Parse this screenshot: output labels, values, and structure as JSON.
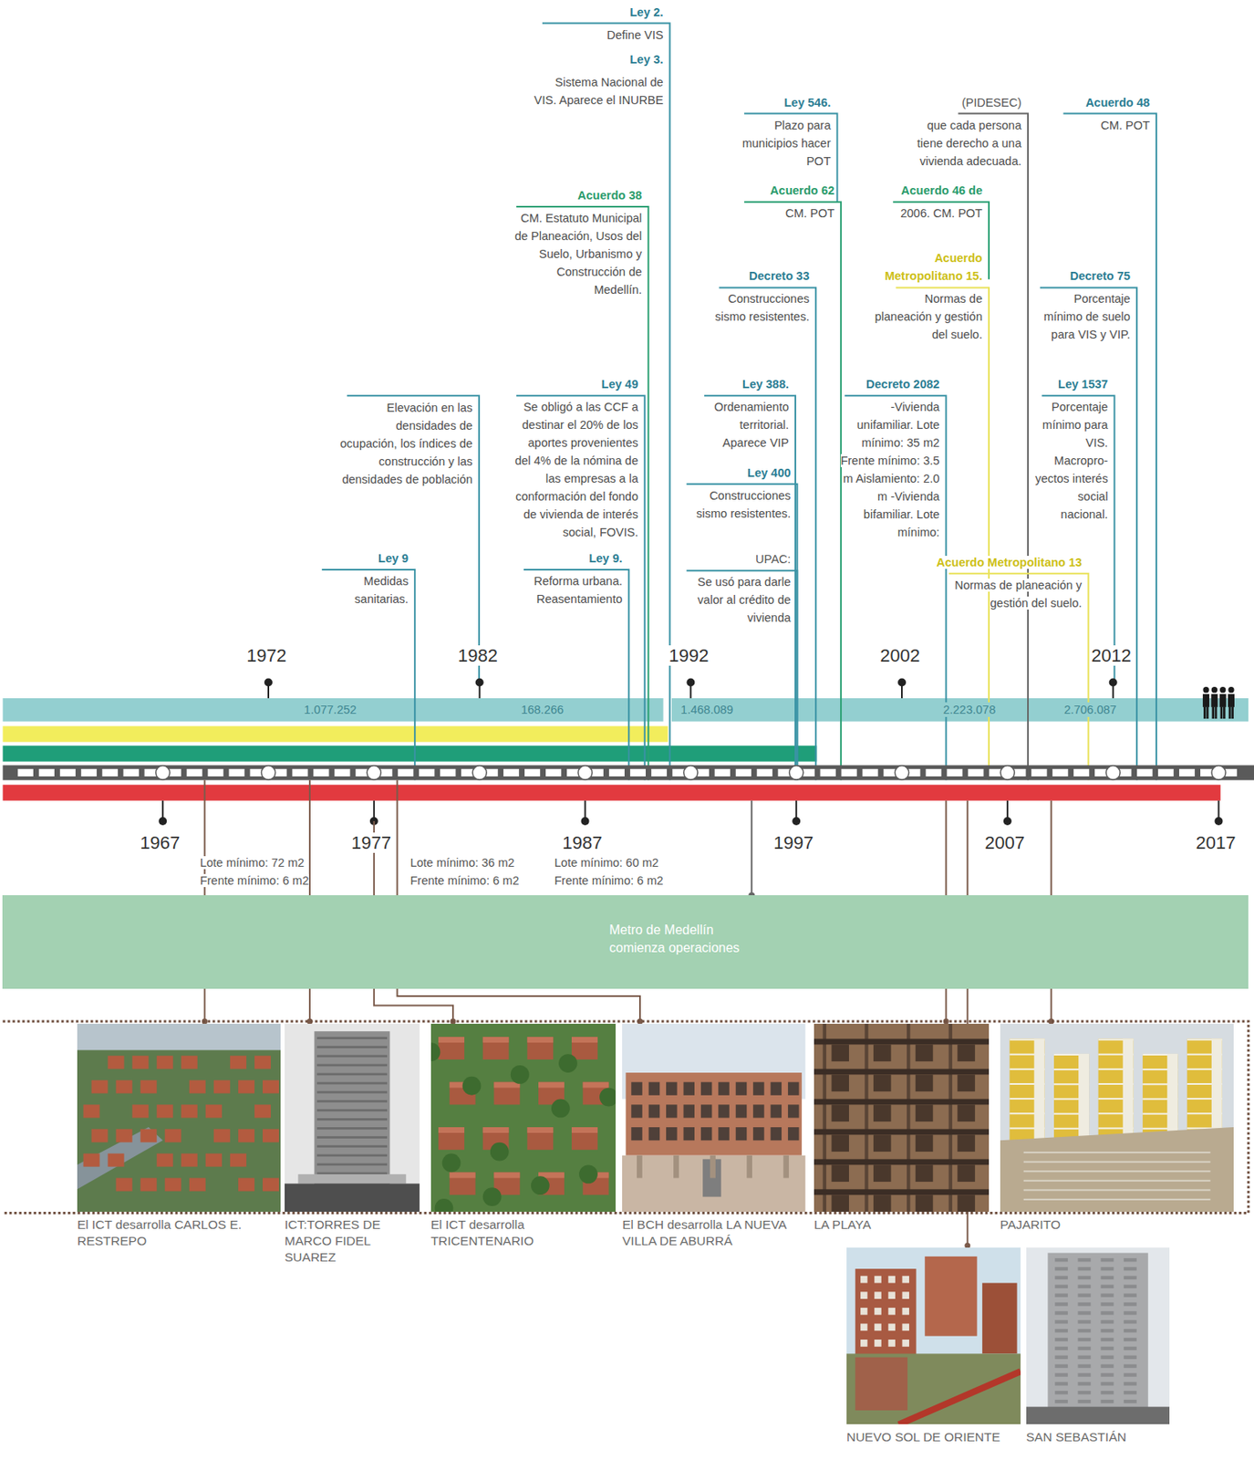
{
  "diagram": {
    "nodes": [
      {
        "text": [
          "1.077.252",
          "168.266",
          "1.468.089",
          "2.223.078",
          "2.706.087"
        ]
      },
      {
        "text": [
          "Metro de Medellín comienza operaciones"
        ]
      },
      {
        "text": [
          "El ICT desarrolla CARLOS E. RESTREPO"
        ]
      },
      {
        "text": [
          "ICT:TORRES DE MARCO FIDEL SUAREZ"
        ]
      },
      {
        "text": [
          "El ICT desarrolla TRICENTENARIO"
        ]
      },
      {
        "text": [
          "El BCH desarrolla LA NUEVA VILLA DE ABURRÁ"
        ]
      },
      {
        "text": [
          "LA PLAYA"
        ]
      },
      {
        "text": [
          "PAJARITO"
        ]
      },
      {
        "text": [
          "NUEVO SOL DE ORIENTE"
        ]
      },
      {
        "text": [
          "SAN SEBASTIÁN"
        ]
      }
    ],
    "labels": [
      "1972",
      "1982",
      "1992",
      "2002",
      "2012",
      "1967",
      "1977",
      "1987",
      "1997",
      "2007",
      "2017",
      "Lote mínimo: 72 m2 Frente mínimo: 6 m2",
      "Lote mínimo: 36 m2 Frente mínimo: 6 m2",
      "Lote mínimo: 60 m2 Frente mínimo: 6 m2",
      "Ley 2.",
      "Define VIS",
      "Ley 3.",
      "Sistema Nacional de VIS. Aparece el INURBE",
      "Acuerdo 38",
      "CM. Estatuto Municipal de Planeación, Usos del Suelo, Urbanismo y Construcción de Medellín.",
      "Ley 49",
      "Se obligó a las CCF a destinar el 20% de los aportes provenientes del 4% de la nómina de las empresas a la conformación del fondo de vivienda de interés social, FOVIS.",
      "Ley 9.",
      "Reforma urbana. Reasentamiento",
      "Elevación en las densidades de ocupación, los índices de construcción y las densidades de población",
      "Ley 9",
      "Medidas sanitarias.",
      "Ley 546.",
      "Plazo para municipios hacer POT",
      "Acuerdo 62",
      "CM. POT",
      "Decreto 33",
      "Construcciones sismo resistentes.",
      "Ley 388.",
      "Ordenamiento territorial. Aparece VIP",
      "Ley 400",
      "Construcciones sismo resistentes.",
      "UPAC:",
      "Se usó para darle valor al crédito de vivienda",
      "(PIDESEC)",
      "que cada persona tiene derecho a una vivienda adecuada.",
      "Acuerdo 46 de",
      "2006. CM. POT",
      "Acuerdo Metropolitano 15.",
      "Normas de planeación y gestión del suelo.",
      "Decreto 2082",
      "-Vivienda unifamiliar. Lote mínimo: 35 m2 Frente mínimo: 3.5 m Aislamiento: 2.0 m -Vivienda bifamiliar. Lote mínimo:",
      "Acuerdo Metropolitano 13",
      "Normas de planeación y gestión del suelo.",
      "Acuerdo 48",
      "CM. POT",
      "Decreto 75",
      "Porcentaje mínimo de suelo para VIS y VIP.",
      "Ley 1537",
      "Porcentaje mínimo para VIS. Macropro- yectos interés social nacional."
    ]
  }
}
